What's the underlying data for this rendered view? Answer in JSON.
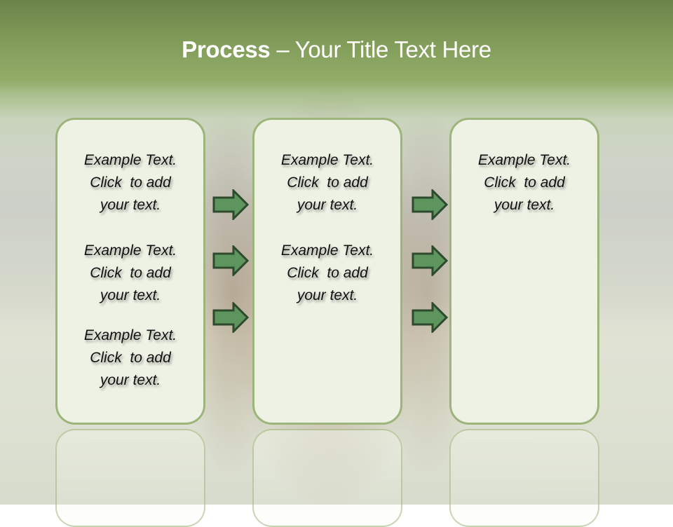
{
  "slide": {
    "title_bold": "Process",
    "title_rest": " – Your Title Text Here",
    "colors": {
      "header_green": "#7e9857",
      "box_fill": "#eef2e5",
      "box_border": "#9db57a",
      "arrow_fill": "#5e955e",
      "arrow_stroke": "#2d4a2d"
    },
    "columns": [
      {
        "items": [
          {
            "line1": "Example Text.",
            "line2": "Click  to add",
            "line3": "your text."
          },
          {
            "line1": "Example Text.",
            "line2": "Click  to add",
            "line3": "your text."
          },
          {
            "line1": "Example Text.",
            "line2": "Click  to add",
            "line3": "your text."
          }
        ]
      },
      {
        "items": [
          {
            "line1": "Example Text.",
            "line2": "Click  to add",
            "line3": "your text."
          },
          {
            "line1": "Example Text.",
            "line2": "Click  to add",
            "line3": "your text."
          }
        ]
      },
      {
        "items": [
          {
            "line1": "Example Text.",
            "line2": "Click  to add",
            "line3": "your text."
          }
        ]
      }
    ],
    "arrows": [
      {
        "icon": "right-arrow-icon",
        "group": 1,
        "index": 1
      },
      {
        "icon": "right-arrow-icon",
        "group": 1,
        "index": 2
      },
      {
        "icon": "right-arrow-icon",
        "group": 1,
        "index": 3
      },
      {
        "icon": "right-arrow-icon",
        "group": 2,
        "index": 1
      },
      {
        "icon": "right-arrow-icon",
        "group": 2,
        "index": 2
      },
      {
        "icon": "right-arrow-icon",
        "group": 2,
        "index": 3
      }
    ]
  }
}
